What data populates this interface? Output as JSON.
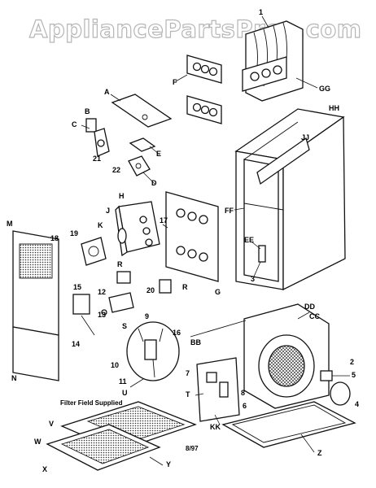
{
  "watermark": "AppliancePartsPros.com",
  "notes": {
    "filter_field_supplied": "Filter Field Supplied",
    "date_code": "8/97"
  },
  "labels": {
    "l1": "1",
    "gg": "GG",
    "hh": "HH",
    "f": "F",
    "a": "A",
    "b": "B",
    "c": "C",
    "l21": "21",
    "e": "E",
    "l22": "22",
    "d": "D",
    "jj": "JJ",
    "ff": "FF",
    "h": "H",
    "j": "J",
    "k": "K",
    "l17": "17",
    "ee": "EE",
    "m": "M",
    "l18": "18",
    "l19": "19",
    "l3": "3",
    "g": "G",
    "r1": "R",
    "l20": "20",
    "r2": "R",
    "l15": "15",
    "l12": "12",
    "l13": "13",
    "l14": "14",
    "l9": "9",
    "s": "S",
    "l16": "16",
    "l10": "10",
    "bb": "BB",
    "dd": "DD",
    "cc": "CC",
    "l2": "2",
    "l5": "5",
    "l4": "4",
    "l7": "7",
    "t": "T",
    "l8": "8",
    "l6": "6",
    "kk": "KK",
    "l11": "11",
    "u": "U",
    "n": "N",
    "v": "V",
    "w": "W",
    "x": "X",
    "y": "Y",
    "z": "Z"
  }
}
